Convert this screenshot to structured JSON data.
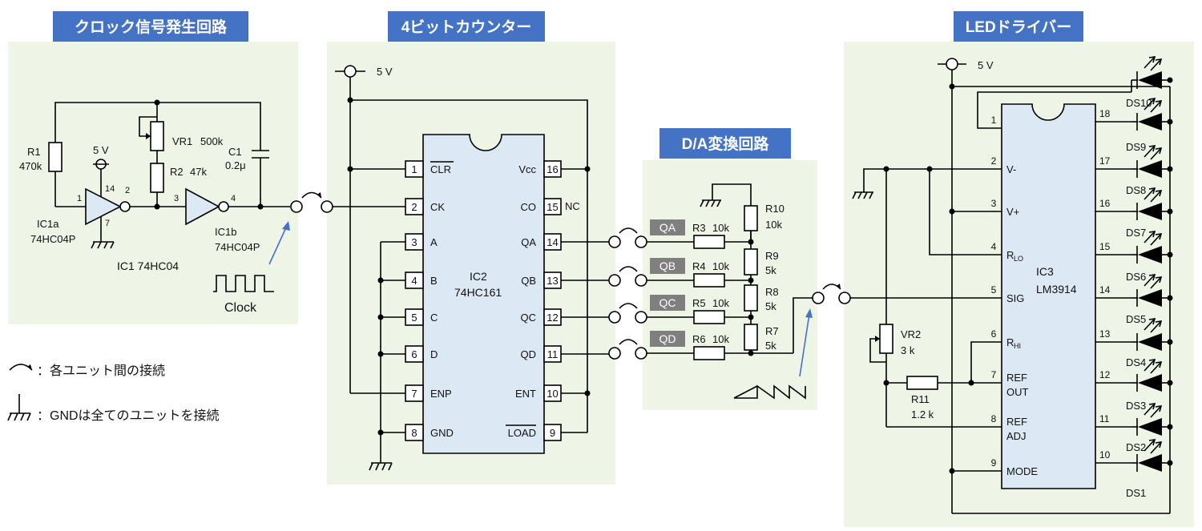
{
  "headers": {
    "clock": "クロック信号発生回路",
    "counter": "4ビットカウンター",
    "dac": "D/A変換回路",
    "led": "LEDドライバー"
  },
  "clock_section": {
    "r1": "R1",
    "r1_val": "470k",
    "vr1": "VR1",
    "vr1_val": "500k",
    "r2": "R2",
    "r2_val": "47k",
    "c1": "C1",
    "c1_val": "0.2μ",
    "vcc": "5 V",
    "pin14": "14",
    "pin7": "7",
    "pin1": "1",
    "pin2": "2",
    "pin3": "3",
    "pin4": "4",
    "ic1a": "IC1a",
    "ic1a_part": "74HC04P",
    "ic1b": "IC1b",
    "ic1b_part": "74HC04P",
    "ic1": "IC1 74HC04",
    "clock_label": "Clock"
  },
  "counter_section": {
    "vcc": "5 V",
    "ic_name": "IC2",
    "ic_part": "74HC161",
    "left_pins": [
      {
        "num": "1",
        "name": "CLR"
      },
      {
        "num": "2",
        "name": "CK"
      },
      {
        "num": "3",
        "name": "A"
      },
      {
        "num": "4",
        "name": "B"
      },
      {
        "num": "5",
        "name": "C"
      },
      {
        "num": "6",
        "name": "D"
      },
      {
        "num": "7",
        "name": "ENP"
      },
      {
        "num": "8",
        "name": "GND"
      }
    ],
    "right_pins": [
      {
        "num": "16",
        "name": "Vcc"
      },
      {
        "num": "15",
        "name": "CO"
      },
      {
        "num": "14",
        "name": "QA"
      },
      {
        "num": "13",
        "name": "QB"
      },
      {
        "num": "12",
        "name": "QC"
      },
      {
        "num": "11",
        "name": "QD"
      },
      {
        "num": "10",
        "name": "ENT"
      },
      {
        "num": "9",
        "name": "LOAD"
      }
    ],
    "nc": "NC"
  },
  "dac_section": {
    "inputs": [
      "QA",
      "QB",
      "QC",
      "QD"
    ],
    "series": [
      {
        "name": "R3",
        "val": "10k"
      },
      {
        "name": "R4",
        "val": "10k"
      },
      {
        "name": "R5",
        "val": "10k"
      },
      {
        "name": "R6",
        "val": "10k"
      }
    ],
    "ladder": [
      {
        "name": "R10",
        "val": "10k"
      },
      {
        "name": "R9",
        "val": "5k"
      },
      {
        "name": "R8",
        "val": "5k"
      },
      {
        "name": "R7",
        "val": "5k"
      }
    ]
  },
  "led_section": {
    "vcc": "5 V",
    "ic_name": "IC3",
    "ic_part": "LM3914",
    "left_pins": [
      {
        "num": "1",
        "name": ""
      },
      {
        "num": "2",
        "name": "V-"
      },
      {
        "num": "3",
        "name": "V+"
      },
      {
        "num": "4",
        "name": "R",
        "sub": "LO"
      },
      {
        "num": "5",
        "name": "SIG"
      },
      {
        "num": "6",
        "name": "R",
        "sub": "HI"
      },
      {
        "num": "7",
        "name": "REF",
        "name2": "OUT"
      },
      {
        "num": "8",
        "name": "REF",
        "name2": "ADJ"
      },
      {
        "num": "9",
        "name": "MODE"
      }
    ],
    "right_pins": [
      "18",
      "17",
      "16",
      "15",
      "14",
      "13",
      "12",
      "11",
      "10"
    ],
    "leds": [
      "DS10",
      "DS9",
      "DS8",
      "DS7",
      "DS6",
      "DS5",
      "DS4",
      "DS3",
      "DS2",
      "DS1"
    ],
    "vr2": "VR2",
    "vr2_val": "3 k",
    "r11": "R11",
    "r11_val": "1.2 k"
  },
  "legend": {
    "connector": "：各ユニット間の接続",
    "gnd": "：GNDは全てのユニットを接続"
  }
}
